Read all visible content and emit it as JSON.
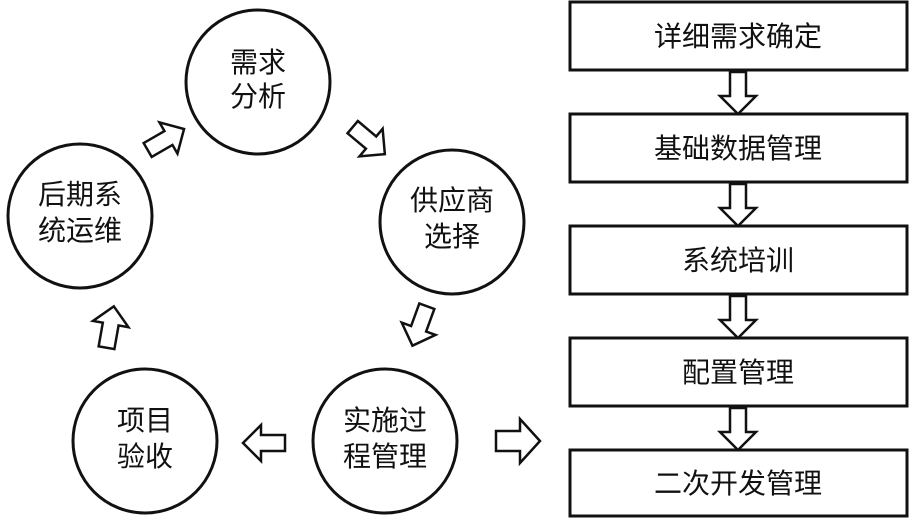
{
  "cycle": {
    "nodes": [
      {
        "id": "analysis",
        "lines": [
          "需求",
          "分析"
        ]
      },
      {
        "id": "supplier",
        "lines": [
          "供应商",
          "选择"
        ]
      },
      {
        "id": "implementation",
        "lines": [
          "实施过",
          "程管理"
        ]
      },
      {
        "id": "acceptance",
        "lines": [
          "项目",
          "验收"
        ]
      },
      {
        "id": "maintenance",
        "lines": [
          "后期系",
          "统运维"
        ]
      }
    ]
  },
  "process": {
    "steps": [
      {
        "label": "详细需求确定"
      },
      {
        "label": "基础数据管理"
      },
      {
        "label": "系统培训"
      },
      {
        "label": "配置管理"
      },
      {
        "label": "二次开发管理"
      }
    ]
  },
  "colors": {
    "stroke": "#111111",
    "fill": "#ffffff"
  }
}
